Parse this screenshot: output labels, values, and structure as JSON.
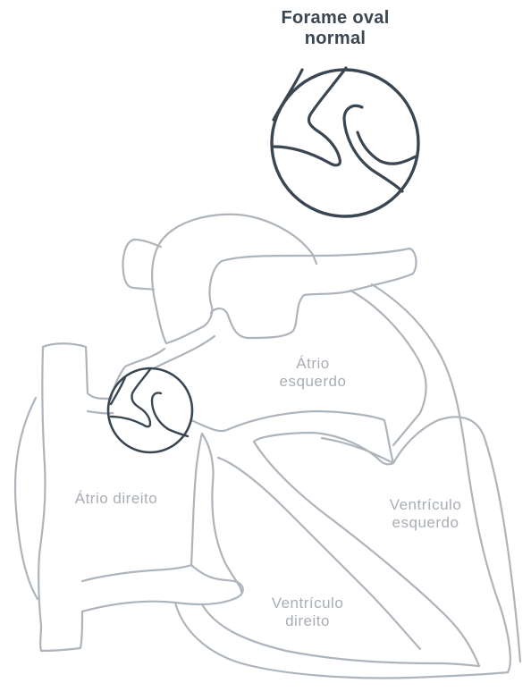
{
  "title": {
    "line1": "Forame oval",
    "line2": "normal"
  },
  "labels": {
    "left_atrium_line1": "Átrio",
    "left_atrium_line2": "esquerdo",
    "right_atrium": "Átrio direito",
    "left_ventricle_line1": "Ventrículo",
    "left_ventricle_line2": "esquerdo",
    "right_ventricle_line1": "Ventrículo",
    "right_ventricle_line2": "direito"
  },
  "colors": {
    "outline": "#aeb4bb",
    "highlight": "#3a4752",
    "label_text": "#a9aeb4"
  }
}
